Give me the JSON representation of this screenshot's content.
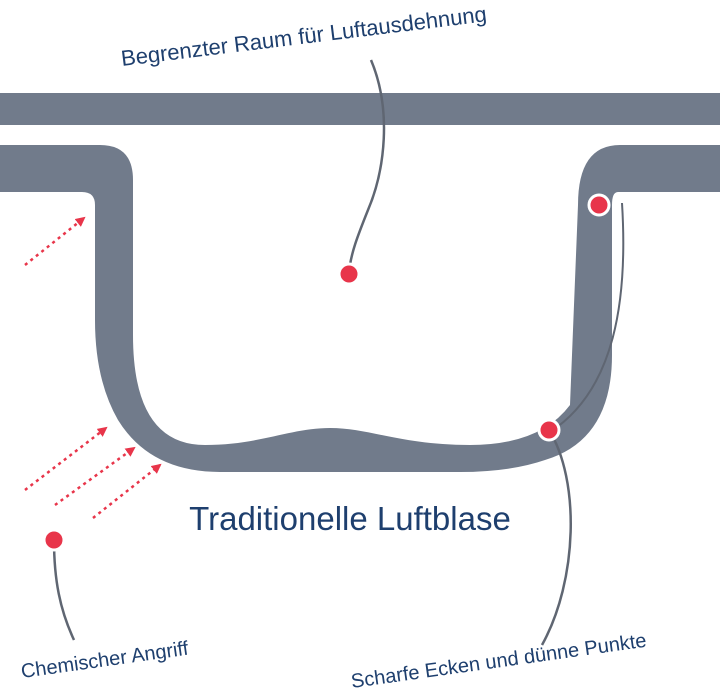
{
  "title": "Traditionelle Luftblase",
  "labels": {
    "top": "Begrenzter Raum für Luftausdehnung",
    "bottom_left": "Chemischer Angriff",
    "bottom_right": "Scharfe Ecken und dünne Punkte"
  },
  "colors": {
    "shape": "#717b8b",
    "marker": "#e8354a",
    "text": "#1e3f6e",
    "leader": "#5f6672"
  }
}
